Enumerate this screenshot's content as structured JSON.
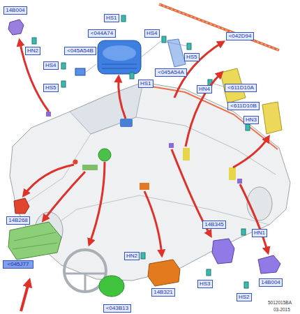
{
  "diagram": {
    "nodes": [
      {
        "text": [
          "14B004"
        ]
      },
      {
        "text": [
          "HS1"
        ]
      },
      {
        "text": [
          "<044A74"
        ]
      },
      {
        "text": [
          "HS4"
        ]
      },
      {
        "text": [
          "<042D94"
        ]
      },
      {
        "text": [
          "HN2"
        ]
      },
      {
        "text": [
          "<045A54B"
        ]
      },
      {
        "text": [
          "HS5"
        ]
      },
      {
        "text": [
          "HS4"
        ]
      },
      {
        "text": [
          "<045A54A"
        ]
      },
      {
        "text": [
          "HS1"
        ]
      },
      {
        "text": [
          "HS5"
        ]
      },
      {
        "text": [
          "<611D10A"
        ]
      },
      {
        "text": [
          "HN4"
        ]
      },
      {
        "text": [
          "<611D10B"
        ]
      },
      {
        "text": [
          "HN3"
        ]
      },
      {
        "text": [
          "14B268"
        ]
      },
      {
        "text": [
          "14B345"
        ]
      },
      {
        "text": [
          "HN1"
        ]
      },
      {
        "text": [
          "HN2"
        ]
      },
      {
        "text": [
          "<045J77"
        ]
      },
      {
        "text": [
          "14B004"
        ]
      },
      {
        "text": [
          "HS3"
        ]
      },
      {
        "text": [
          "14B321"
        ]
      },
      {
        "text": [
          "HS2"
        ]
      },
      {
        "text": [
          "<043B13"
        ]
      }
    ],
    "labels": [
      "5012015BA",
      "03-2015"
    ]
  }
}
